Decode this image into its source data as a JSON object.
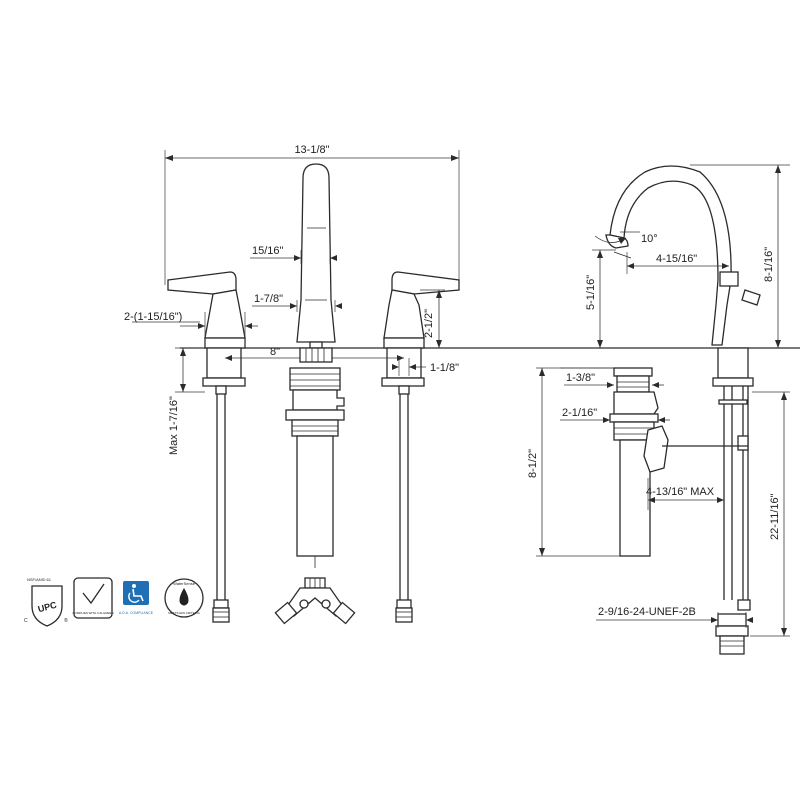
{
  "dimensions": {
    "overall_width": "13-1/8\"",
    "spout_diameter": "15/16\"",
    "spout_base": "1-7/8\"",
    "handle_spread": "2-(1-15/16\")",
    "center_spread": "8\"",
    "handle_height": "2-1/2\"",
    "shank_diameter": "1-1/8\"",
    "max_thickness": "Max 1-7/16\"",
    "spout_angle": "10°",
    "spout_reach": "4-15/16\"",
    "spout_height": "5-1/16\"",
    "overall_height": "8-1/16\"",
    "drain_flange": "1-3/8\"",
    "drain_body": "2-1/16\"",
    "drain_length": "8-1/2\"",
    "drain_max": "4-13/16\" MAX",
    "below_deck": "22-11/16\"",
    "thread_spec": "2-9/16-24-UNEF-2B"
  },
  "badges": {
    "nsf_label": "NSF/ANSI 61",
    "upc_letters": "UPC",
    "upc_c": "C",
    "upc_r": "®",
    "calgreen_caption": "COMPLIES WITH CALGREEN",
    "ada_caption": "A.D.A. COMPLIANCE",
    "watersense_label": "WaterSense",
    "watersense_caption": "MEETS EPA CRITERIA"
  }
}
